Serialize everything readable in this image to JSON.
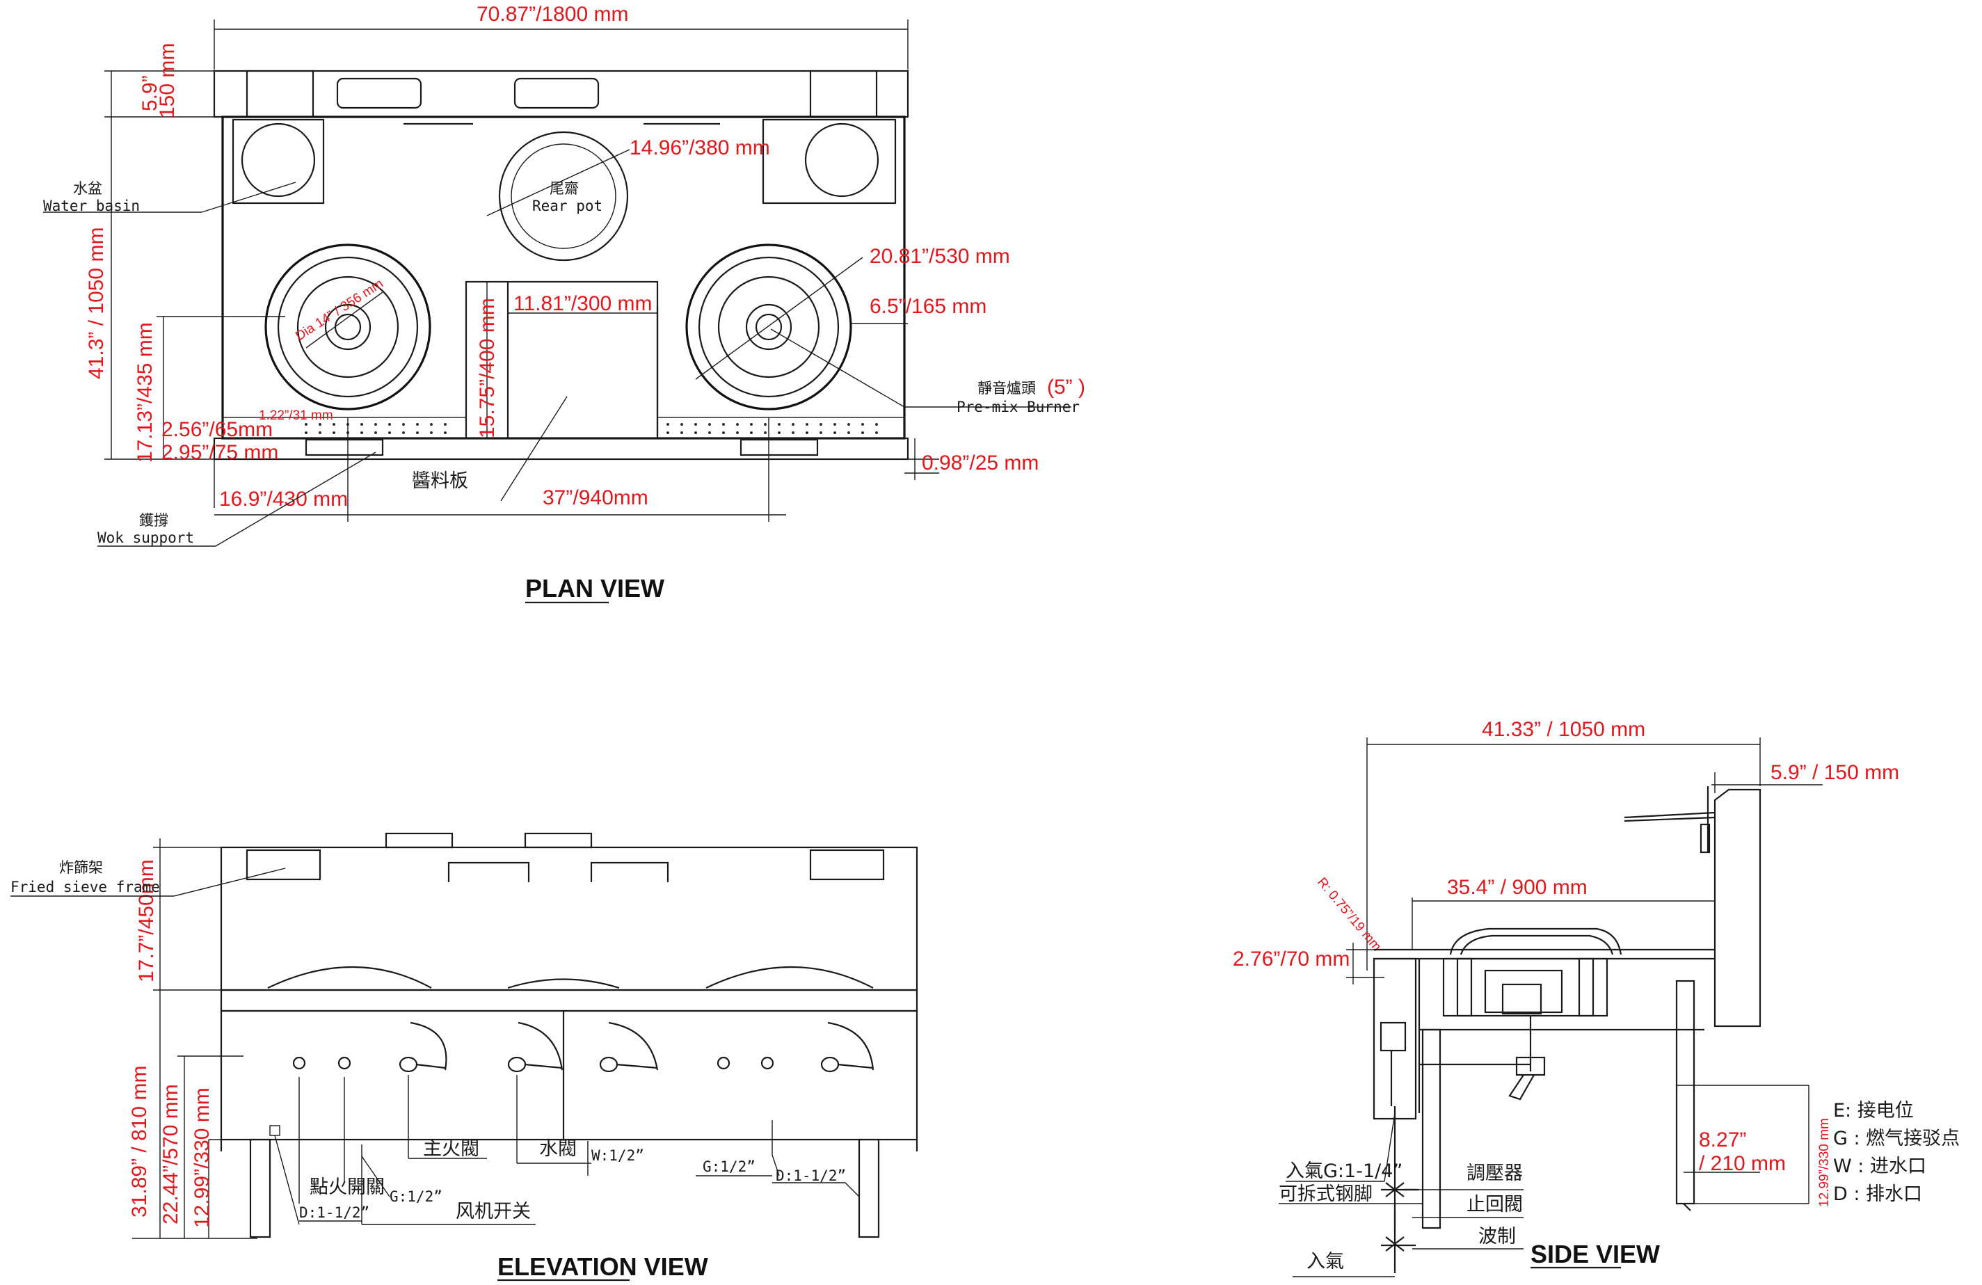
{
  "plan": {
    "title": "PLAN VIEW",
    "dims": {
      "width": "70.87”/1800 mm",
      "back_depth": "5.9”",
      "back_depth_mm": "150 mm",
      "rear_pot": "14.96”/380 mm",
      "burner_ring": "20.81”/530 mm",
      "center_width": "11.81”/300 mm",
      "side_gap": "6.5”/165 mm",
      "total_depth": "41.3” / 1050 mm",
      "center_depth": "15.75”/400 mm",
      "burner_offset": "17.13”/435 mm",
      "dia": "Dia 14” / 356 mm",
      "drip": "1.22”/31 mm",
      "front_a": "2.56”/65mm",
      "front_b": "2.95”/75 mm",
      "lip": "0.98”/25 mm",
      "left_burner": "16.9”/430 mm",
      "burner_spacing": "37”/940mm",
      "premix_size": "(5” )"
    },
    "labels": {
      "water_cn": "水盆",
      "water_en": "Water basin",
      "rear_cn": "尾齋",
      "rear_en": "Rear pot",
      "premix_cn": "靜音爐頭",
      "premix_en": "Pre-mix Burner",
      "sauce_cn": "醬料板",
      "wok_cn": "鑊撐",
      "wok_en": "Wok support"
    }
  },
  "elevation": {
    "title": "ELEVATION VIEW",
    "dims": {
      "upper": "17.7”/450mm",
      "total": "31.89” / 810 mm",
      "body": "22.44”/570 mm",
      "leg": "12.99”/330 mm"
    },
    "labels": {
      "sieve_cn": "炸篩架",
      "sieve_en": "Fried sieve frame",
      "main_valve": "主火閥",
      "water_valve": "水閥",
      "w": "W:1/2”",
      "g_right": "G:1/2”",
      "d_right": "D:1-1/2”",
      "ignite": "點火開關",
      "g_left": "G:1/2”",
      "d_left": "D:1-1/2”",
      "fan": "风机开关"
    }
  },
  "side": {
    "title": "SIDE VIEW",
    "dims": {
      "depth": "41.33” / 1050 mm",
      "back": "5.9” / 150 mm",
      "inner": "35.4” / 900 mm",
      "radius": "R: 0.75”/19 mm",
      "front": "2.76”/70 mm",
      "foot_a": "8.27”",
      "foot_b": "/ 210 mm",
      "leg": "12.99”/330 mm"
    },
    "labels": {
      "gas_in": "入氣G:1-1/4”",
      "legs": "可拆式钢脚",
      "regulator": "調壓器",
      "check": "止回閥",
      "wave": "波制",
      "inlet": "入氣"
    },
    "legend": [
      "E: 接电位",
      "G : 燃气接驳点",
      "W : 进水口",
      "D : 排水口"
    ]
  }
}
